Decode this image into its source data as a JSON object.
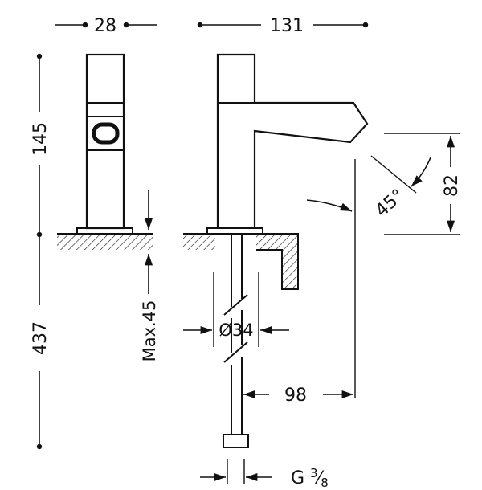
{
  "drawing": {
    "ink_color": "#111111",
    "background": "#ffffff",
    "dimensions": {
      "front_width": "28",
      "side_depth": "131",
      "body_height": "145",
      "pipe_length": "437",
      "max_counter_thickness": "Max.45",
      "hole_diameter": "Ø34",
      "spout_reach": "98",
      "spout_height": "82",
      "spout_angle": "45°",
      "thread_prefix": "G ",
      "thread_numerator": "3",
      "thread_slash": "⁄",
      "thread_denominator": "8"
    }
  }
}
